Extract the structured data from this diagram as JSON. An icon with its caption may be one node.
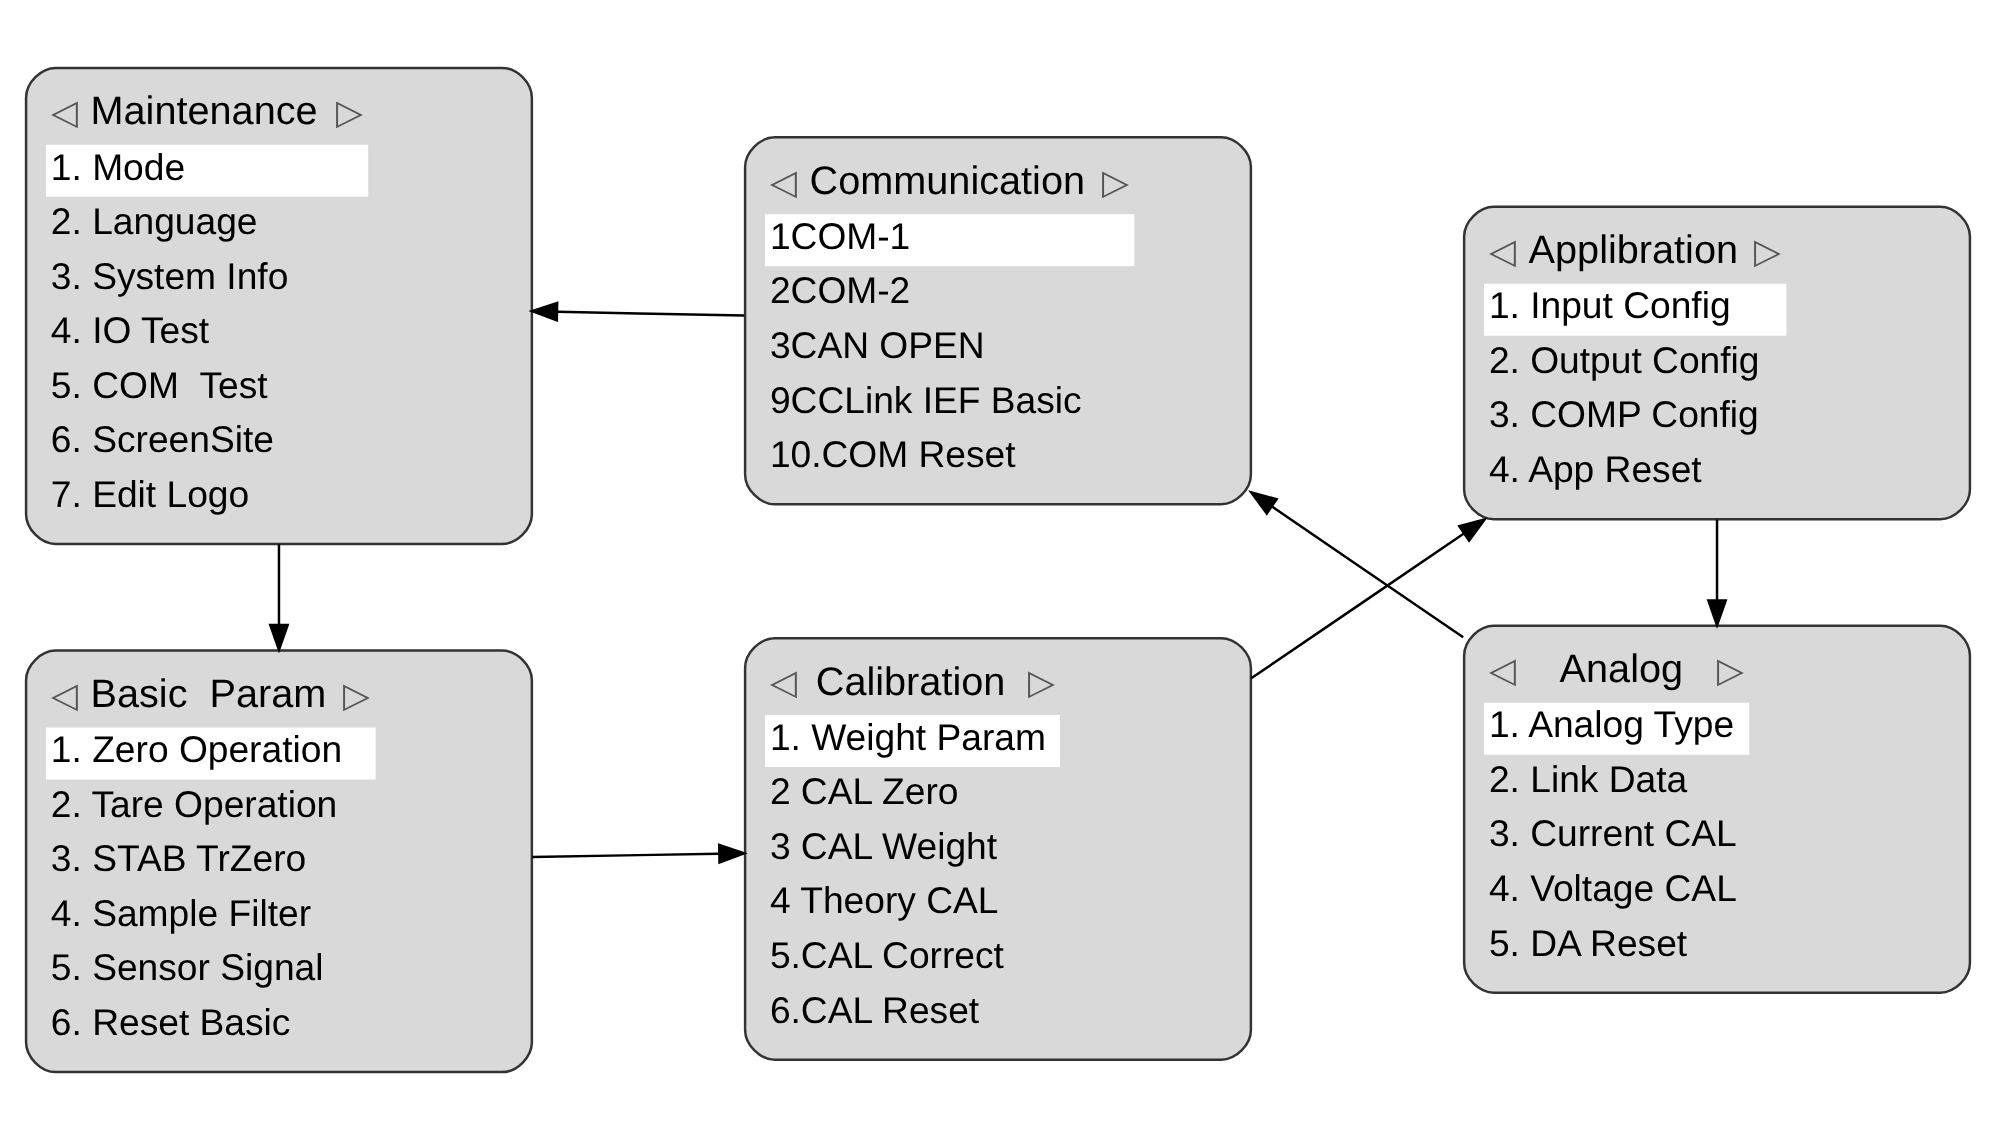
{
  "diagram": {
    "nodes": [
      {
        "text": [
          "◁",
          "Basic  Param",
          "▷",
          "1. Zero Operation",
          "2. Tare Operation",
          "3. STAB TrZero",
          "4. Sample Filter",
          "5. Sensor Signal",
          "6. Reset Basic"
        ]
      },
      {
        "text": [
          "◁",
          "Calibration",
          "▷",
          "1. Weight Param",
          "2 CAL Zero",
          "3 CAL Weight",
          "4 Theory CAL",
          "5.CAL Correct",
          "6.CAL Reset"
        ]
      },
      {
        "text": [
          "◁",
          "Applibration",
          "▷",
          "1. Input Config",
          "2. Output Config",
          "3. COMP Config",
          "4. App Reset"
        ]
      },
      {
        "text": [
          "◁",
          "Analog",
          "▷",
          "1. Analog Type",
          "2. Link Data",
          "3. Current CAL",
          "4. Voltage CAL",
          "5. DA Reset"
        ]
      },
      {
        "text": [
          "◁",
          "Communication",
          "▷",
          "1COM-1",
          "2COM-2",
          "3CAN OPEN",
          "9CCLink IEF Basic",
          "10.COM Reset"
        ]
      },
      {
        "text": [
          "◁",
          "Maintenance",
          "▷",
          "1. Mode",
          "2. Language",
          "3. System Info",
          "4. IO Test",
          "5. COM  Test",
          "6. ScreenSite",
          "7. Edit Logo"
        ]
      }
    ],
    "edges": [
      {
        "from": 0,
        "to": 1,
        "arrow": "to"
      },
      {
        "from": 1,
        "to": 2,
        "arrow": "to"
      },
      {
        "from": 2,
        "to": 3,
        "arrow": "to"
      },
      {
        "from": 3,
        "to": 4,
        "arrow": "to"
      },
      {
        "from": 4,
        "to": 5,
        "arrow": "to"
      },
      {
        "from": 5,
        "to": 0,
        "arrow": "to"
      }
    ]
  }
}
